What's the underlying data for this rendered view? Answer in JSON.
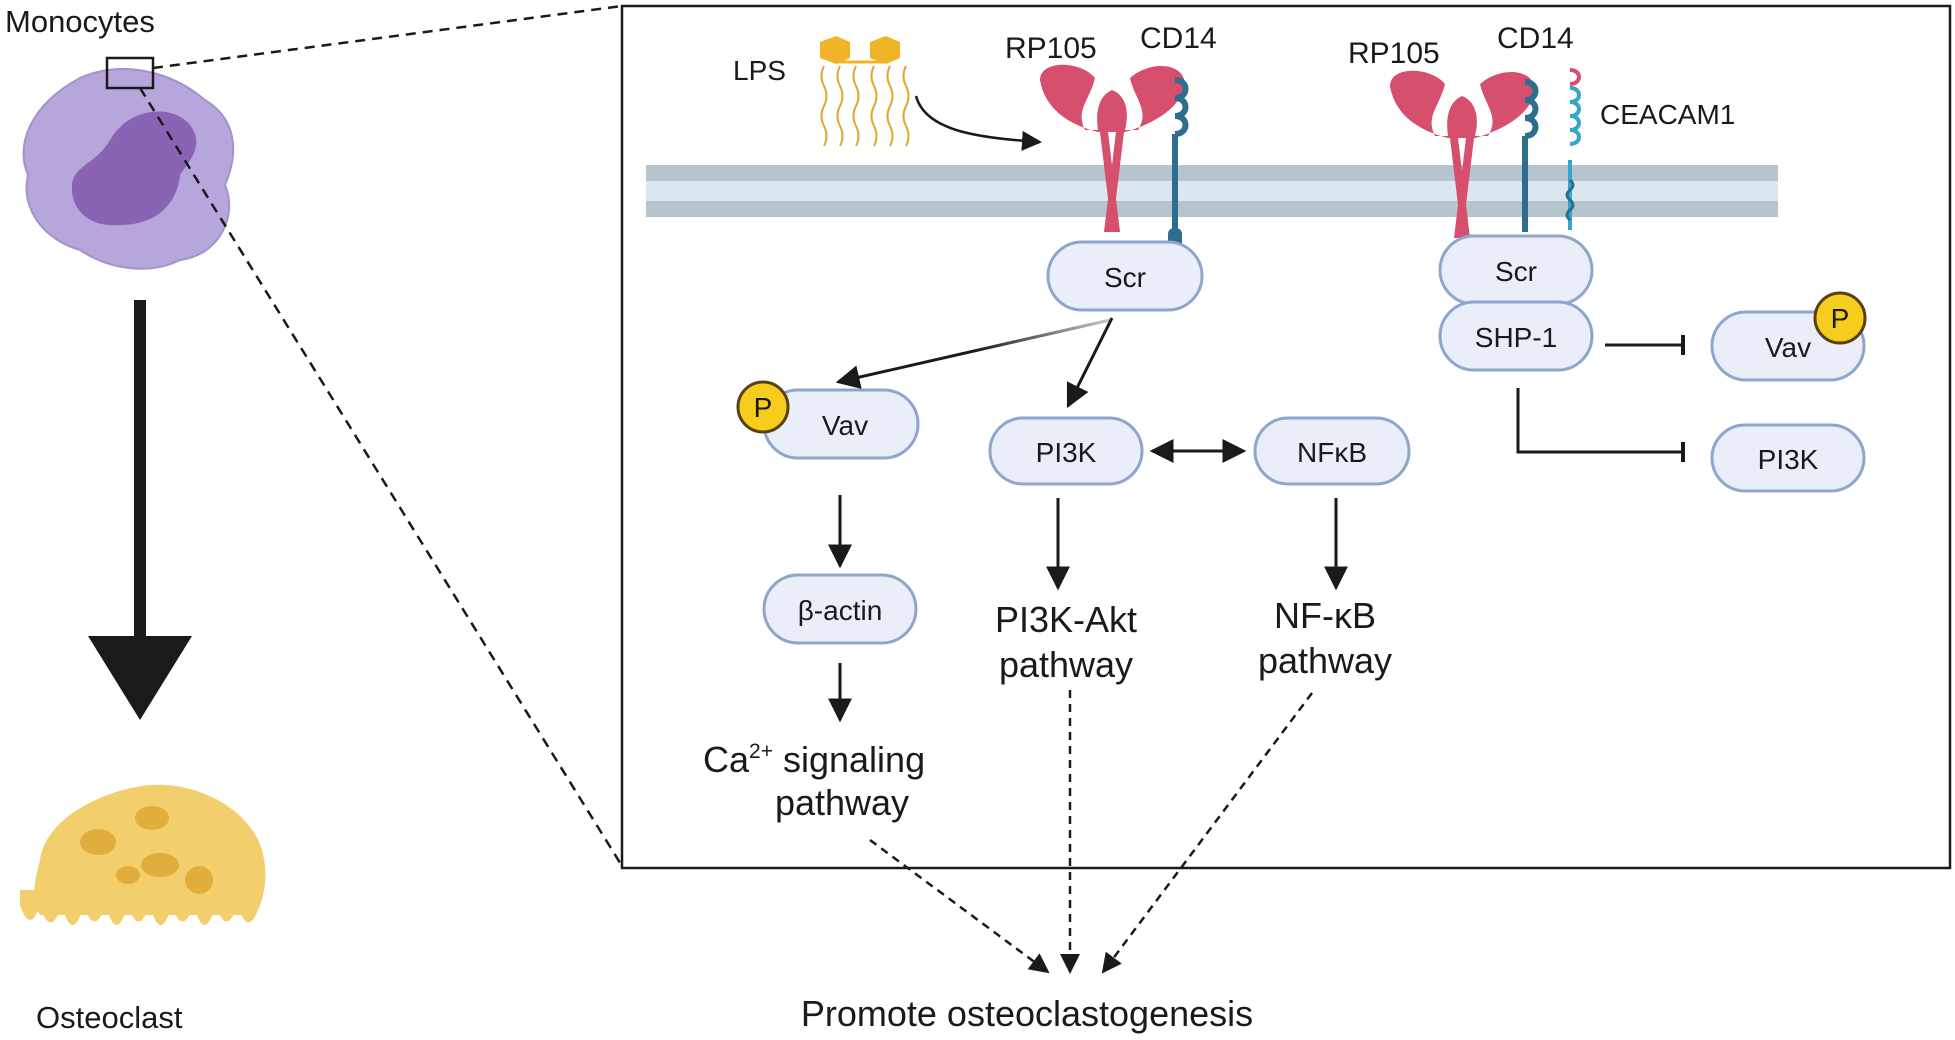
{
  "left_panel": {
    "top_label": "Monocytes",
    "bottom_label": "Osteoclast"
  },
  "inset": {
    "ligand_label": "LPS",
    "complex_a": {
      "receptor": "RP105",
      "coreceptor": "CD14",
      "kinase": "Scr"
    },
    "complex_b": {
      "receptor": "RP105",
      "coreceptor": "CD14",
      "adhesion": "CEACAM1",
      "kinase": "Scr",
      "phosphatase": "SHP-1"
    },
    "phospho_label": "P",
    "nodes": {
      "vav_left": "Vav",
      "pi3k_mid": "PI3K",
      "nfkb_mid": "NFκB",
      "bactin": "β-actin",
      "vav_right": "Vav",
      "pi3k_right": "PI3K"
    },
    "pathways": {
      "ca_base": "Ca",
      "ca_sup": "2+",
      "ca_line1_rest": " signaling",
      "ca_line2": "pathway",
      "pi3k_line1": "PI3K-Akt",
      "pi3k_line2": "pathway",
      "nfkb_line1": "NF-κB",
      "nfkb_line2": "pathway"
    }
  },
  "outcome_label": "Promote osteoclastogenesis",
  "colors": {
    "monocyte_cell": "#b7a6dc",
    "monocyte_nucleus": "#8b63b4",
    "osteoclast": "#f3ce6c",
    "rp105": "#d6506e",
    "cd14": "#2c6e8c",
    "ceacam1": "#36a6c9",
    "node_fill": "#e9eef8",
    "node_stroke": "#8ea6cc",
    "phospho": "#f6cd1c",
    "lps": "#f0b429",
    "membrane": "#b5c4cf"
  }
}
